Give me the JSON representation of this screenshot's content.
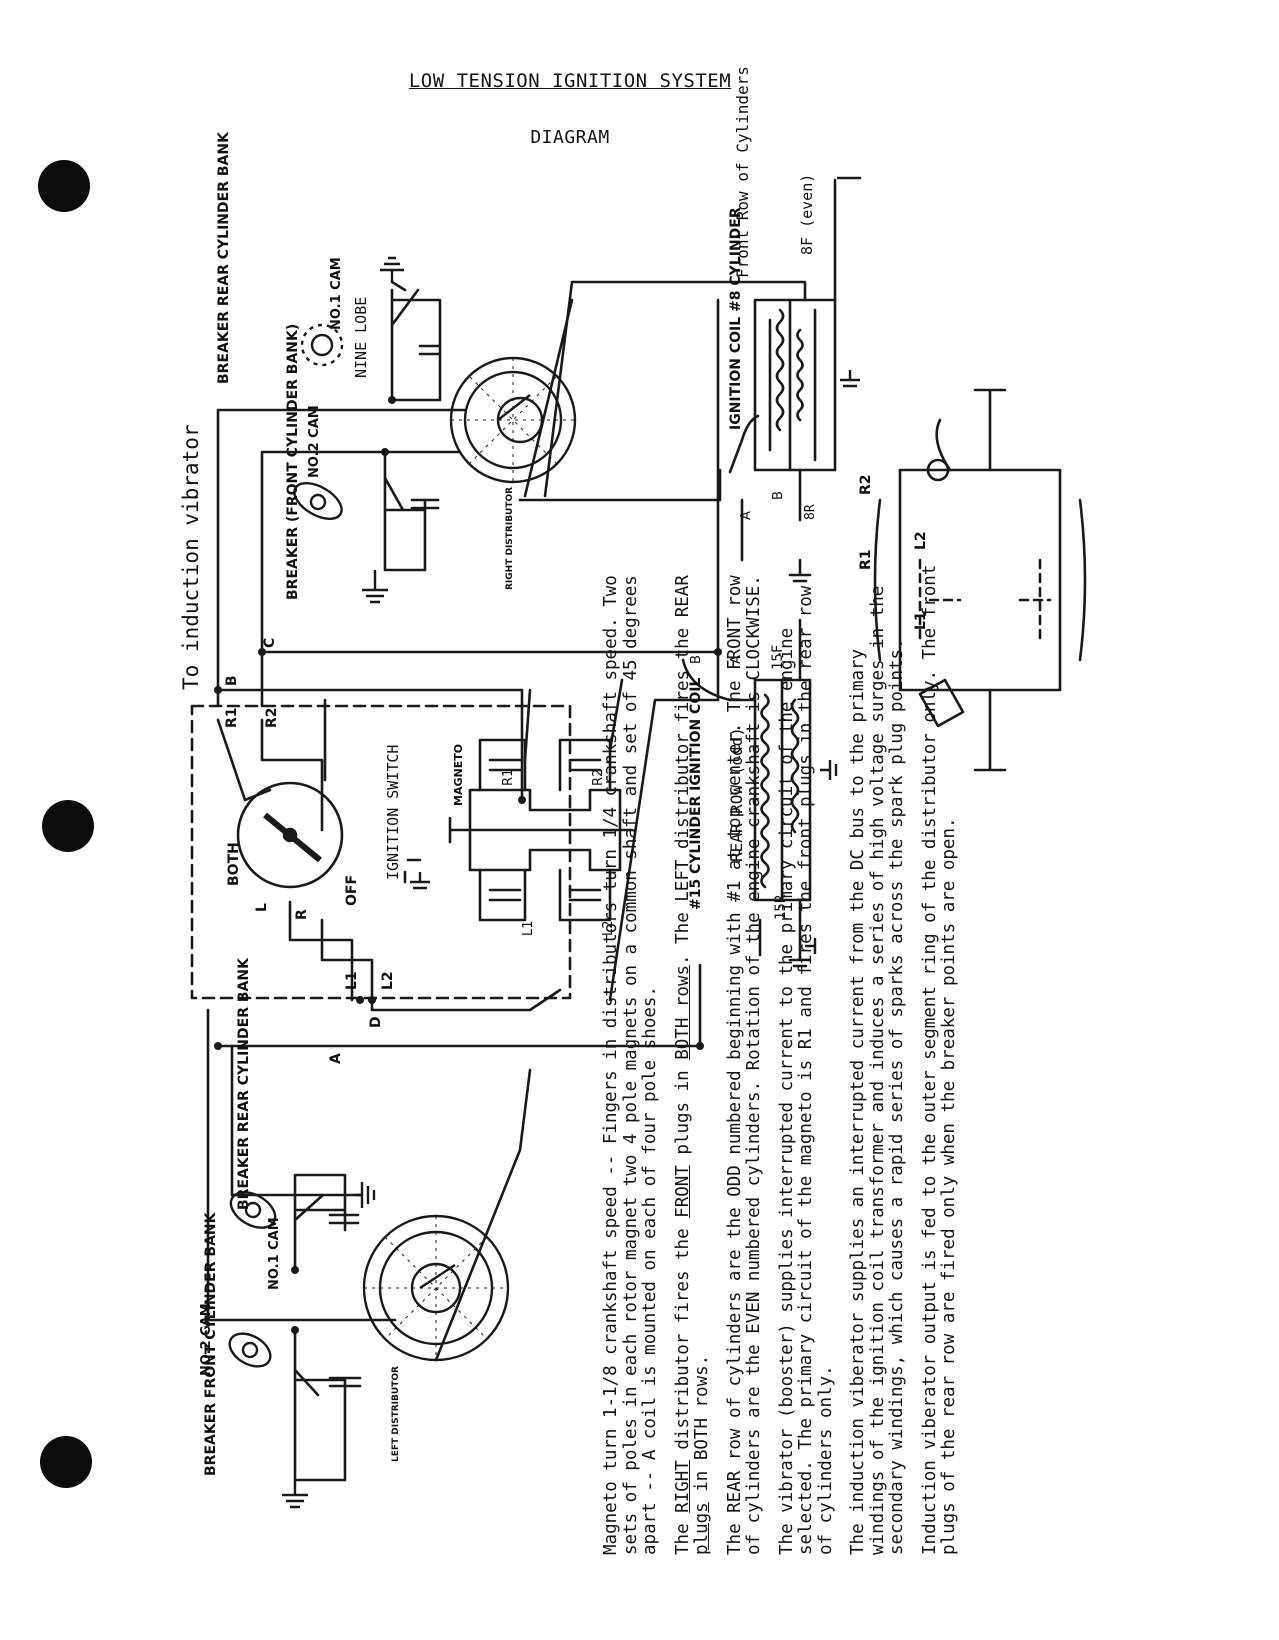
{
  "title": "LOW TENSION IGNITION SYSTEM",
  "subtitle": "DIAGRAM",
  "labels": {
    "to_induction_vibrator": "To induction vibrator",
    "breaker_rear_top": "BREAKER REAR CYLINDER BANK",
    "nine_lobe": "NINE LOBE",
    "no1_cam": "NO.1 CAM",
    "no2_cam": "NO.2 CAM",
    "breaker_front_right": "BREAKER (FRONT CYLINDER BANK)",
    "right_distributor": "RIGHT DISTRIBUTOR",
    "ignition_coil_8": "IGNITION COIL #8 CYLINDER",
    "front_row": "Front Row of Cylinders",
    "eight_f_even": "8F (even)",
    "term_A": "A",
    "term_B": "B",
    "term_C": "C",
    "term_D": "D",
    "eight_r": "8R",
    "r1": "R1",
    "r2": "R2",
    "l1": "L1",
    "l2": "L2",
    "fifteen_f": "15F",
    "fifteen_r": "15R",
    "ignition_coil_15": "#15 CYLINDER IGNITION COIL",
    "rear_row_odd": "REAR ROW (odd)",
    "magneto": "MAGNETO",
    "ignition_switch": "IGNITION SWITCH",
    "both": "BOTH",
    "off": "OFF",
    "r_mark": "R",
    "l_mark": "L",
    "breaker_rear_left": "BREAKER REAR CYLINDER BANK",
    "breaker_front_left": "BREAKER FRONT CYLINDER BANK",
    "left_distributor": "LEFT DISTRIBUTOR"
  },
  "notes": {
    "p1": "Magneto turn 1-1/8 crankshaft speed -- Fingers in distributors turn 1/4 crankshaft speed. Two sets of poles in each rotor magnet two 4 pole magnets on a common shaft and set of 45 degrees apart -- A coil is mounted on each of four pole shoes.",
    "p2_a": "The ",
    "p2_right": "RIGHT",
    "p2_b": " distributor fires the ",
    "p2_front": "FRONT",
    "p2_c": " plugs in ",
    "p2_both": "BOTH rows",
    "p2_d": ". The LEFT distributor fires the REAR ",
    "p2_plugs": "plugs",
    "p2_e": " in BOTH rows.",
    "p3": "The REAR row of cylinders are the ODD numbered beginning with #1 at top center. The FRONT row of cylinders are the EVEN numbered cylinders. Rotation of the engine crankshaft is CLOCKWISE.",
    "p4": "The vibrator (booster) supplies interrupted current to the primary circuit of the engine selected. The primary circuit of the magneto is R1 and fires the front plugs in the rear row of cylinders only.",
    "p5": "The induction viberator supplies an interrupted current from the DC bus to the primary windings of the ignition coil transformer and induces a series of high voltage surges in the secondary windings, which causes a rapid series of sparks across the spark plug points.",
    "p6": "Induction viberator output is fed to the outer segment ring of the distributor only. The front plugs of the rear row are fired only when the breaker points are open."
  }
}
